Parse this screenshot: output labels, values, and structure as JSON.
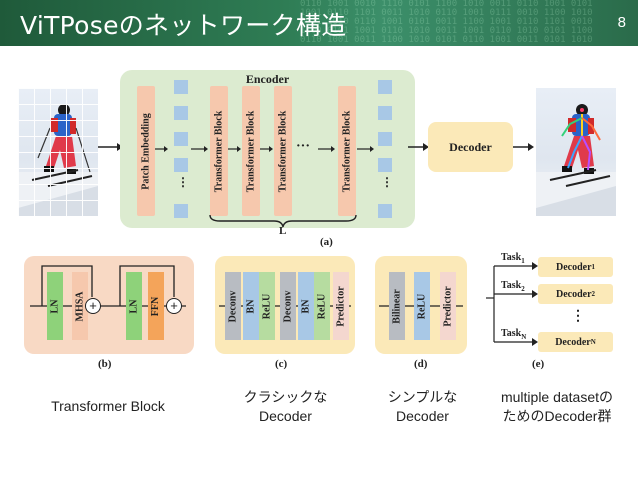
{
  "slide": {
    "title": "ViTPoseのネットワーク構造",
    "page_number": "8"
  },
  "encoder": {
    "title": "Encoder",
    "patch_embedding": "Patch Embedding",
    "blocks": [
      "Transformer Block",
      "Transformer Block",
      "Transformer Block",
      "Transformer Block"
    ],
    "ellipsis": "···",
    "repeat_label": "L",
    "tag": "(a)"
  },
  "decoder": {
    "label": "Decoder"
  },
  "panel_b": {
    "layers": [
      "LN",
      "MHSA",
      "LN",
      "FFN"
    ],
    "tag": "(b)"
  },
  "panel_c": {
    "layers": [
      "Deconv",
      "BN",
      "ReLU",
      "Deconv",
      "BN",
      "ReLU",
      "Predictor"
    ],
    "tag": "(c)"
  },
  "panel_d": {
    "layers": [
      "Bilinear",
      "ReLU",
      "Predictor"
    ],
    "tag": "(d)"
  },
  "panel_e": {
    "tasks": [
      {
        "task": "Task",
        "task_sub": "1",
        "decoder": "Decoder",
        "decoder_sub": "1"
      },
      {
        "task": "Task",
        "task_sub": "2",
        "decoder": "Decoder",
        "decoder_sub": "2"
      },
      {
        "task": "Task",
        "task_sub": "N",
        "decoder": "Decoder",
        "decoder_sub": "N"
      }
    ],
    "ellipsis": "⋮",
    "tag": "(e)"
  },
  "captions": {
    "b": "Transformer Block",
    "c_line1": "クラシックな",
    "c_line2": "Decoder",
    "d_line1": "シンプルな",
    "d_line2": "Decoder",
    "e_line1": "multiple datasetの",
    "e_line2": "ためのDecoder群"
  },
  "colors": {
    "header_green": "#2f7d55",
    "encoder_bg": "#dcebd0",
    "block_orange": "#f6c8ad",
    "token_blue": "#a8c8e6",
    "decoder_yellow": "#fbe9b8",
    "panel_b_bg": "#f8d9c4",
    "ln_green": "#8ed27a",
    "ffn_orange": "#f4a45a",
    "deconv_grey": "#b8bcc2",
    "bn_blue": "#a8c8e6",
    "relu_green": "#b6dca0",
    "predictor_pink": "#f4d7cf"
  },
  "icons": [
    "skier-photo-input",
    "skier-photo-output",
    "add-circle-icon",
    "arrow-icon",
    "brace-icon"
  ]
}
